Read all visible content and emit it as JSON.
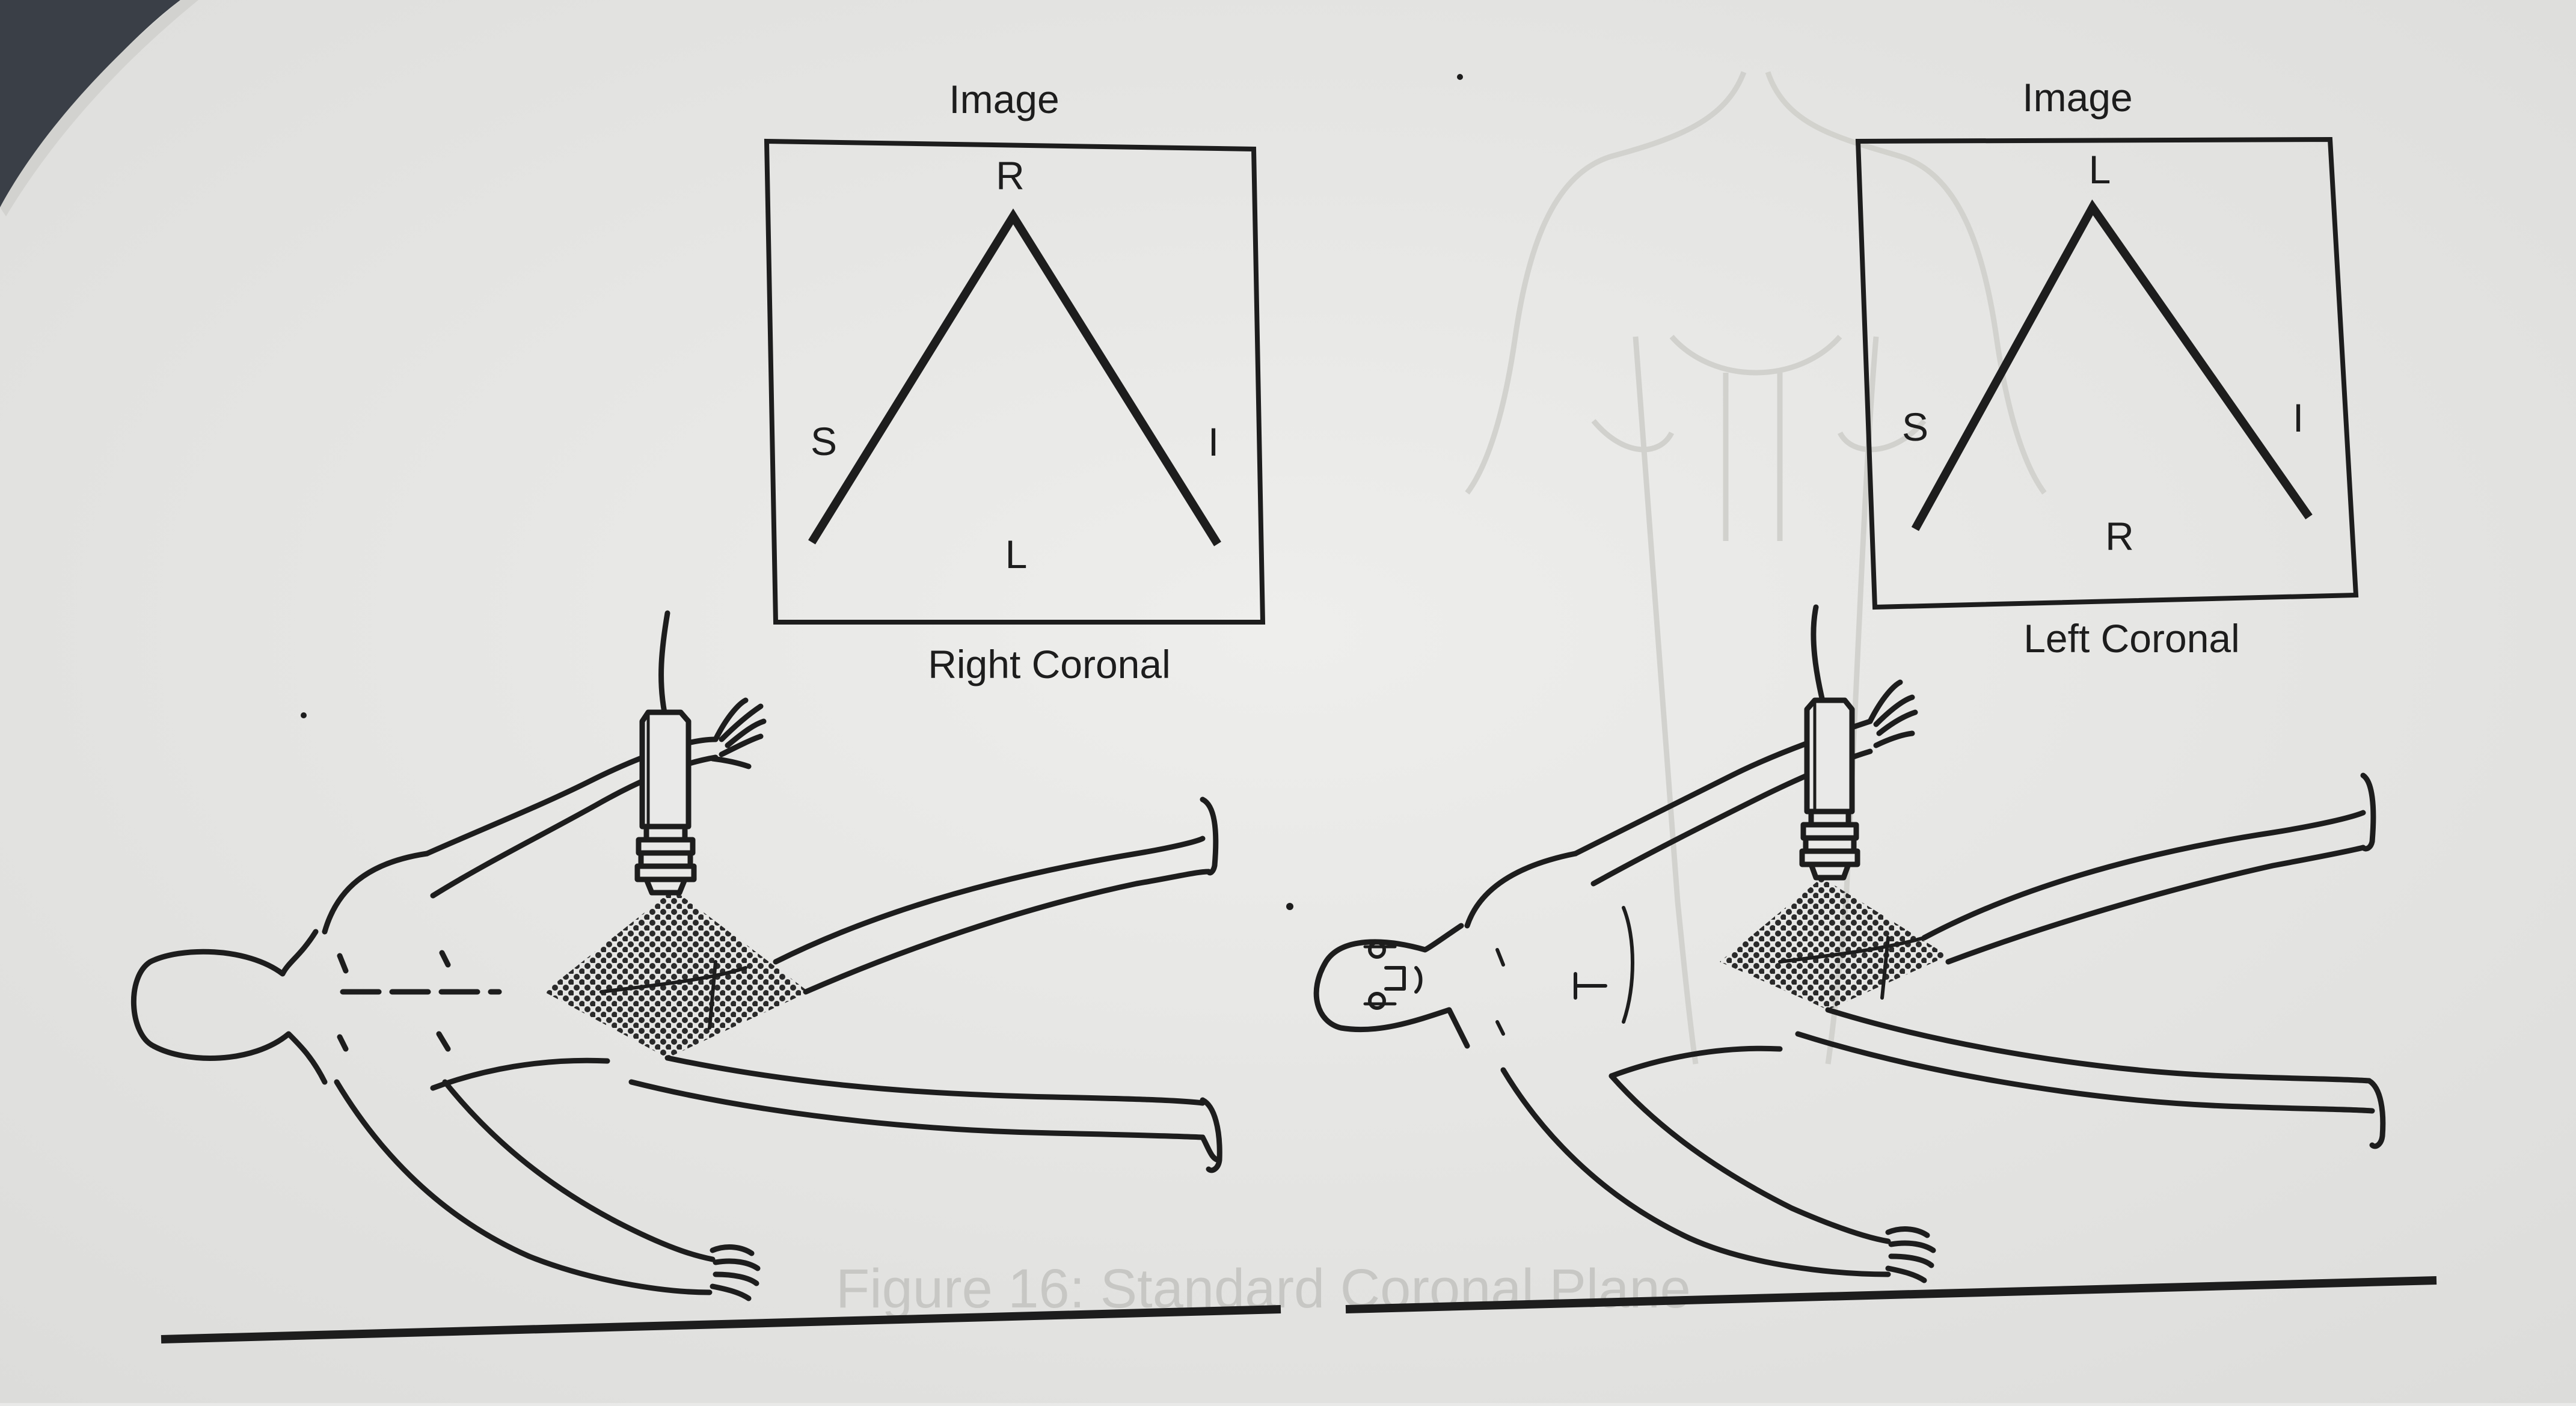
{
  "panels": [
    {
      "id": "right",
      "header": "Image",
      "labels": {
        "top": "R",
        "left": "S",
        "right": "I",
        "bottom": "L"
      },
      "caption": "Right Coronal"
    },
    {
      "id": "left",
      "header": "Image",
      "labels": {
        "top": "L",
        "left": "S",
        "right": "I",
        "bottom": "R"
      },
      "caption": "Left Coronal"
    }
  ],
  "background": {
    "show_through_caption": "Figure 16: Standard Coronal Plane"
  },
  "colors": {
    "paper": "#e9e9e8",
    "ink": "#1d1d1d",
    "faint": "#c9c9c6",
    "dots": "#2a2a2a"
  },
  "icons": [
    "transducer-probe-icon",
    "human-figure-icon"
  ]
}
